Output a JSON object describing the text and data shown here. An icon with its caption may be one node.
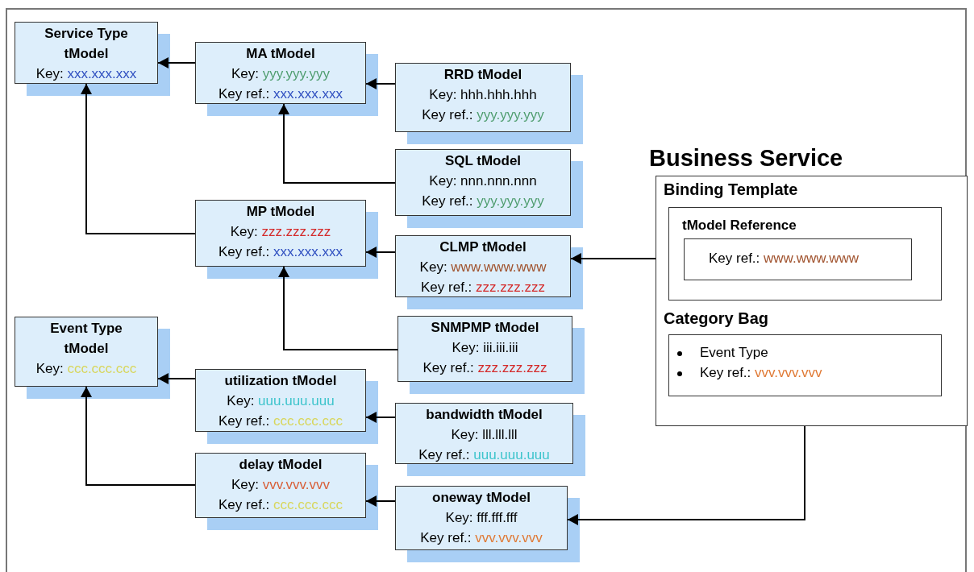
{
  "diagram": {
    "nodes": [
      {
        "text": [
          "Service Type tModel",
          "Key: xxx.xxx.xxx"
        ]
      },
      {
        "text": [
          "MA tModel",
          "Key: yyy.yyy.yyy",
          "Key ref.: xxx.xxx.xxx"
        ]
      },
      {
        "text": [
          "RRD tModel",
          "Key: hhh.hhh.hhh",
          "Key ref.: yyy.yyy.yyy"
        ]
      },
      {
        "text": [
          "SQL tModel",
          "Key: nnn.nnn.nnn",
          "Key ref.: yyy.yyy.yyy"
        ]
      },
      {
        "text": [
          "Business Service",
          "Binding Template"
        ]
      },
      {
        "text": [
          "tModel Reference"
        ],
        "in": 4
      },
      {
        "text": [
          "Key ref.: www.www.www"
        ],
        "in": 5
      },
      {
        "text": [
          "MP tModel",
          "Key: zzz.zzz.zzz",
          "Key ref.: xxx.xxx.xxx"
        ]
      },
      {
        "text": [
          "CLMP tModel",
          "Key: www.www.www",
          "Key ref.: zzz.zzz.zzz"
        ]
      },
      {
        "text": [
          "Category Bag",
          "Event Type",
          "Key ref.: vvv.vvv.vvv"
        ],
        "in": 4
      },
      {
        "text": [
          "Event Type tModel",
          "Key: ccc.ccc.ccc"
        ]
      },
      {
        "text": [
          "SNMPMP tModel",
          "Key: iii.iii.iii",
          "Key ref.: zzz.zzz.zzz"
        ]
      },
      {
        "text": [
          "utilization tModel",
          "Key: uuu.uuu.uuu",
          "Key ref.: ccc.ccc.ccc"
        ]
      },
      {
        "text": [
          "bandwidth tModel",
          "Key: lll.lll.lll",
          "Key ref.: uuu.uuu.uuu"
        ]
      },
      {
        "text": [
          "delay tModel",
          "Key: vvv.vvv.vvv",
          "Key ref.: ccc.ccc.ccc"
        ]
      },
      {
        "text": [
          "oneway tModel",
          "Key: fff.fff.fff",
          "Key ref.: vvv.vvv.vvv"
        ]
      }
    ],
    "edges": [
      {
        "from": 1,
        "to": 0,
        "arrow": "to"
      },
      {
        "from": 2,
        "to": 1,
        "arrow": "to"
      },
      {
        "from": 3,
        "to": 1,
        "arrow": "to"
      },
      {
        "from": 7,
        "to": 0,
        "arrow": "to"
      },
      {
        "from": 8,
        "to": 7,
        "arrow": "to"
      },
      {
        "from": 6,
        "to": 8,
        "arrow": "to"
      },
      {
        "from": 11,
        "to": 7,
        "arrow": "to"
      },
      {
        "from": 12,
        "to": 10,
        "arrow": "to"
      },
      {
        "from": 13,
        "to": 12,
        "arrow": "to"
      },
      {
        "from": 14,
        "to": 10,
        "arrow": "to"
      },
      {
        "from": 15,
        "to": 14,
        "arrow": "to"
      },
      {
        "from": 9,
        "to": 15,
        "arrow": "to"
      }
    ]
  }
}
